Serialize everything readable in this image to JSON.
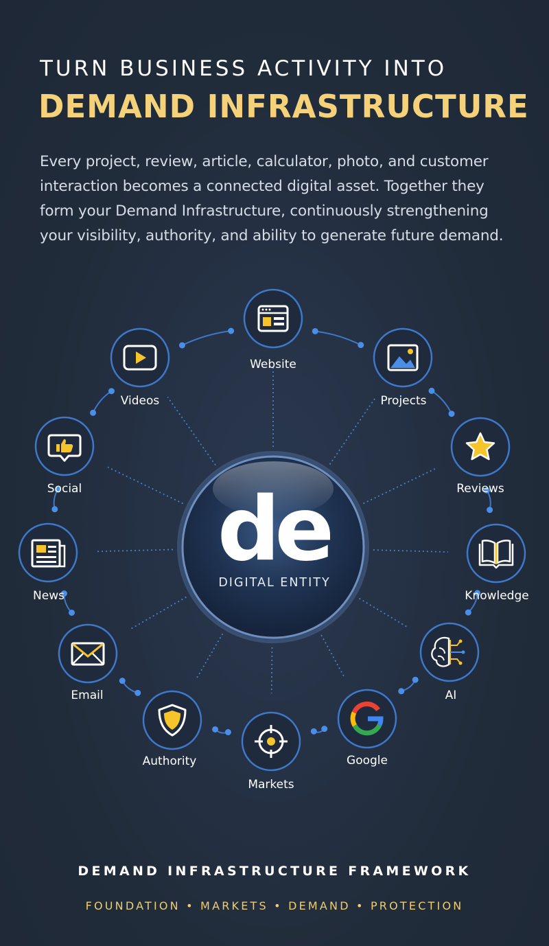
{
  "header": {
    "headline": "TURN BUSINESS ACTIVITY INTO",
    "title": "DEMAND INFRASTRUCTURE",
    "intro": "Every project, review, article, calculator, photo, and customer interaction becomes a connected digital asset. Together they form your Demand Infrastructure, continuously strengthening your visibility, authority, and ability to generate future demand."
  },
  "hub": {
    "logo_text": "de",
    "label": "DIGITAL ENTITY"
  },
  "nodes": [
    {
      "label": "Website",
      "icon": "browser-window-icon"
    },
    {
      "label": "Projects",
      "icon": "image-gallery-icon"
    },
    {
      "label": "Reviews",
      "icon": "star-icon"
    },
    {
      "label": "Knowledge",
      "icon": "open-book-icon"
    },
    {
      "label": "AI",
      "icon": "ai-brain-icon"
    },
    {
      "label": "Google",
      "icon": "google-g-icon"
    },
    {
      "label": "Markets",
      "icon": "target-crosshair-icon"
    },
    {
      "label": "Authority",
      "icon": "shield-icon"
    },
    {
      "label": "Email",
      "icon": "envelope-icon"
    },
    {
      "label": "News",
      "icon": "newspaper-icon"
    },
    {
      "label": "Social",
      "icon": "thumbs-up-chat-icon"
    },
    {
      "label": "Videos",
      "icon": "play-video-icon"
    }
  ],
  "footer": {
    "title": "DEMAND INFRASTRUCTURE FRAMEWORK",
    "subtitle": "FOUNDATION • MARKETS • DEMAND • PROTECTION"
  },
  "colors": {
    "background": "#222d3c",
    "accent_gold": "#f5d27a",
    "ring_blue": "#3f78c9",
    "dot_blue": "#4a8ee8",
    "icon_yellow": "#f6c42b"
  }
}
